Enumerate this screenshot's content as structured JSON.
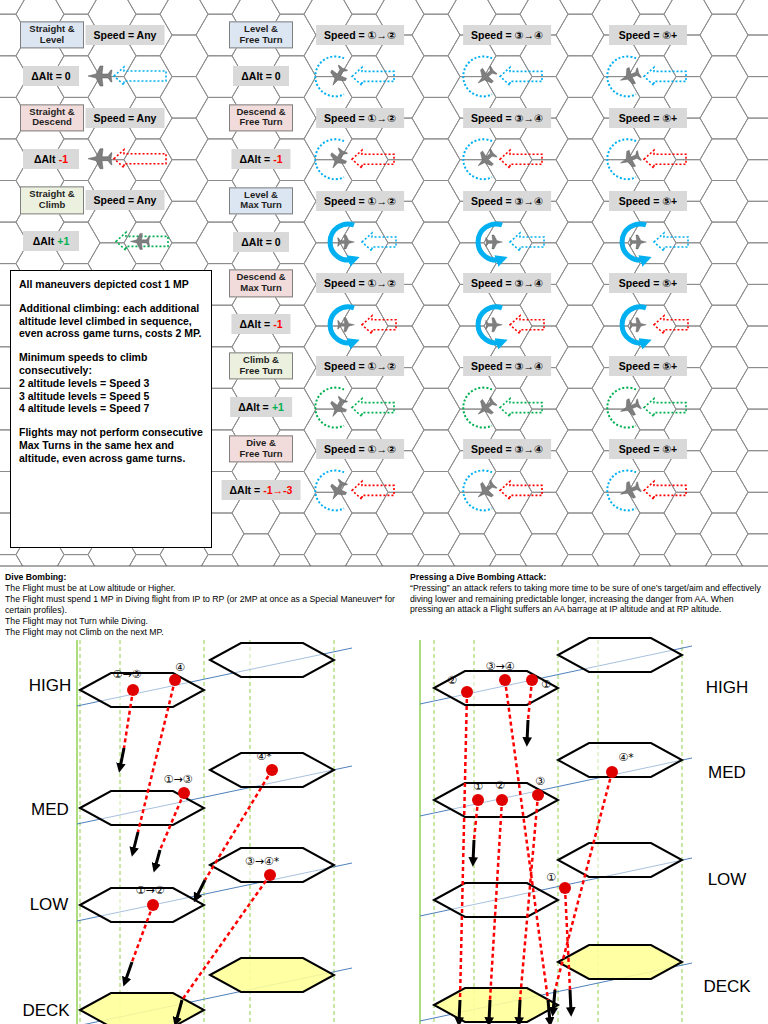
{
  "diagram": {
    "nodes": [
      {
        "text": [
          "Straight & Level"
        ]
      },
      {
        "text": [
          "Speed = Any"
        ]
      },
      {
        "text": [
          "ΔAlt = 0"
        ]
      },
      {
        "text": [
          "Straight & Descend"
        ]
      },
      {
        "text": [
          "Speed = Any"
        ]
      },
      {
        "text": [
          "ΔAlt",
          "-1"
        ]
      },
      {
        "text": [
          "Straight & Climb"
        ]
      },
      {
        "text": [
          "Speed = Any"
        ]
      },
      {
        "text": [
          "ΔAlt",
          "+1"
        ]
      },
      {
        "text": [
          "All maneuvers depicted cost 1 MP",
          "Additional climbing:  each additional altitude level climbed in sequence, even across game turns, costs 2 MP.",
          "Minimum speeds to climb consecutively:",
          "2 altitude levels = Speed 3",
          "3 altitude levels = Speed 5",
          "4 altitude levels = Speed 7",
          "Flights may not perform consecutive Max Turns in the same hex and altitude, even across game turns."
        ]
      },
      {
        "text": [
          "Level & Free Turn"
        ]
      },
      {
        "text": [
          "Speed = ①→②"
        ]
      },
      {
        "text": [
          "Speed = ③→④"
        ]
      },
      {
        "text": [
          "Speed = ⑤+"
        ]
      },
      {
        "text": [
          "ΔAlt = 0"
        ]
      },
      {
        "text": [
          "Descend & Free Turn"
        ]
      },
      {
        "text": [
          "Speed = ①→②"
        ]
      },
      {
        "text": [
          "Speed = ③→④"
        ]
      },
      {
        "text": [
          "Speed = ⑤+"
        ]
      },
      {
        "text": [
          "ΔAlt =",
          "-1"
        ]
      },
      {
        "text": [
          "Level & Max Turn"
        ]
      },
      {
        "text": [
          "Speed = ①→②"
        ]
      },
      {
        "text": [
          "Speed = ③→④"
        ]
      },
      {
        "text": [
          "Speed = ⑤+"
        ]
      },
      {
        "text": [
          "ΔAlt = 0"
        ]
      },
      {
        "text": [
          "Descend & Max Turn"
        ]
      },
      {
        "text": [
          "Speed = ①→②"
        ]
      },
      {
        "text": [
          "Speed = ③→④"
        ]
      },
      {
        "text": [
          "Speed = ⑤+"
        ]
      },
      {
        "text": [
          "ΔAlt =",
          "-1"
        ]
      },
      {
        "text": [
          "Climb & Free Turn"
        ]
      },
      {
        "text": [
          "Speed = ①→②"
        ]
      },
      {
        "text": [
          "Speed = ③→④"
        ]
      },
      {
        "text": [
          "Speed = ⑤+"
        ]
      },
      {
        "text": [
          "ΔAlt =",
          "+1"
        ]
      },
      {
        "text": [
          "Dive & Free Turn"
        ]
      },
      {
        "text": [
          "Speed = ①→②"
        ]
      },
      {
        "text": [
          "Speed = ③→④"
        ]
      },
      {
        "text": [
          "Speed = ⑤+"
        ]
      },
      {
        "text": [
          "ΔAlt =",
          "-1→-3"
        ]
      }
    ],
    "labels": [
      "Dive Bombing:",
      "The Flight must be at Low altitude or Higher.",
      "The Flight must spend 1 MP in Diving flight from IP to RP (or 2MP at once as a Special Maneuver* for certain profiles).",
      "The Flight may not Turn while Diving.",
      "The Flight may not Climb on the next MP.",
      "Pressing a Dive Bombing Attack:",
      "“Pressing” an attack refers to taking more time to be sure of one’s target/aim and effectively diving lower and remaining predictable longer, increasing the danger from AA.  When pressing an attack a Flight suffers an AA barrage at IP altitude and at RP altitude.",
      "HIGH",
      "MED",
      "LOW",
      "DECK",
      "①→③",
      "④",
      "①→③",
      "④*",
      "①→②",
      "③→④*",
      "HIGH",
      "MED",
      "LOW",
      "DECK",
      "②",
      "③→④",
      "①",
      "①",
      "②",
      "③",
      "④*",
      "①"
    ]
  }
}
